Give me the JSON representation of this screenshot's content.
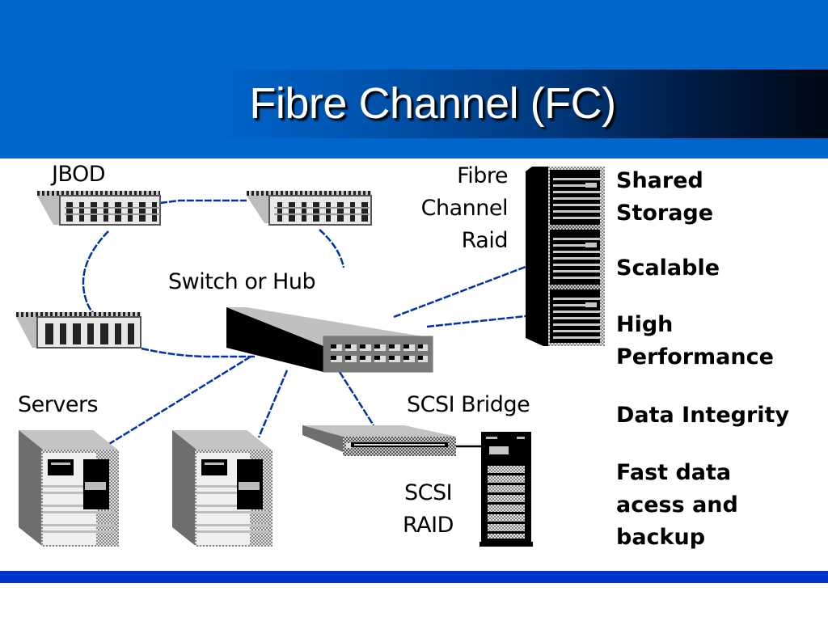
{
  "slide": {
    "title": "Fibre Channel (FC)",
    "colors": {
      "top_band": "#0066cc",
      "title_gradient_end": "#000814",
      "bottom_band": "#0033cc",
      "link_line": "#0033aa"
    }
  },
  "diagram": {
    "labels": {
      "jbod": "JBOD",
      "switch": "Switch or Hub",
      "fc_raid_line1": "Fibre",
      "fc_raid_line2": "Channel",
      "fc_raid_line3": "Raid",
      "servers": "Servers",
      "scsi_bridge": "SCSI Bridge",
      "scsi_raid_line1": "SCSI",
      "scsi_raid_line2": "RAID"
    },
    "nodes": [
      {
        "id": "jbod-1",
        "type": "disk-enclosure"
      },
      {
        "id": "jbod-2",
        "type": "disk-enclosure"
      },
      {
        "id": "jbod-3",
        "type": "disk-enclosure"
      },
      {
        "id": "switch",
        "type": "switch-hub"
      },
      {
        "id": "fc-raid",
        "type": "rack-storage"
      },
      {
        "id": "server-1",
        "type": "server"
      },
      {
        "id": "server-2",
        "type": "server"
      },
      {
        "id": "scsi-bridge",
        "type": "bridge"
      },
      {
        "id": "scsi-raid",
        "type": "tower-storage"
      }
    ],
    "edges": [
      {
        "from": "jbod-1",
        "to": "jbod-2",
        "kind": "fibre"
      },
      {
        "from": "jbod-1",
        "to": "jbod-3",
        "kind": "fibre"
      },
      {
        "from": "jbod-2",
        "to": "switch",
        "kind": "fibre"
      },
      {
        "from": "jbod-3",
        "to": "switch",
        "kind": "fibre"
      },
      {
        "from": "switch",
        "to": "fc-raid",
        "kind": "fibre"
      },
      {
        "from": "switch",
        "to": "fc-raid",
        "kind": "fibre"
      },
      {
        "from": "switch",
        "to": "server-1",
        "kind": "fibre"
      },
      {
        "from": "switch",
        "to": "server-2",
        "kind": "fibre"
      },
      {
        "from": "switch",
        "to": "scsi-bridge",
        "kind": "fibre"
      },
      {
        "from": "scsi-bridge",
        "to": "scsi-raid",
        "kind": "scsi"
      }
    ]
  },
  "features": [
    {
      "lines": [
        "Shared",
        "Storage"
      ]
    },
    {
      "lines": [
        "Scalable"
      ]
    },
    {
      "lines": [
        "High",
        "Performance"
      ]
    },
    {
      "lines": [
        "Data Integrity"
      ]
    },
    {
      "lines": [
        "Fast data",
        "acess and",
        "backup"
      ]
    }
  ]
}
